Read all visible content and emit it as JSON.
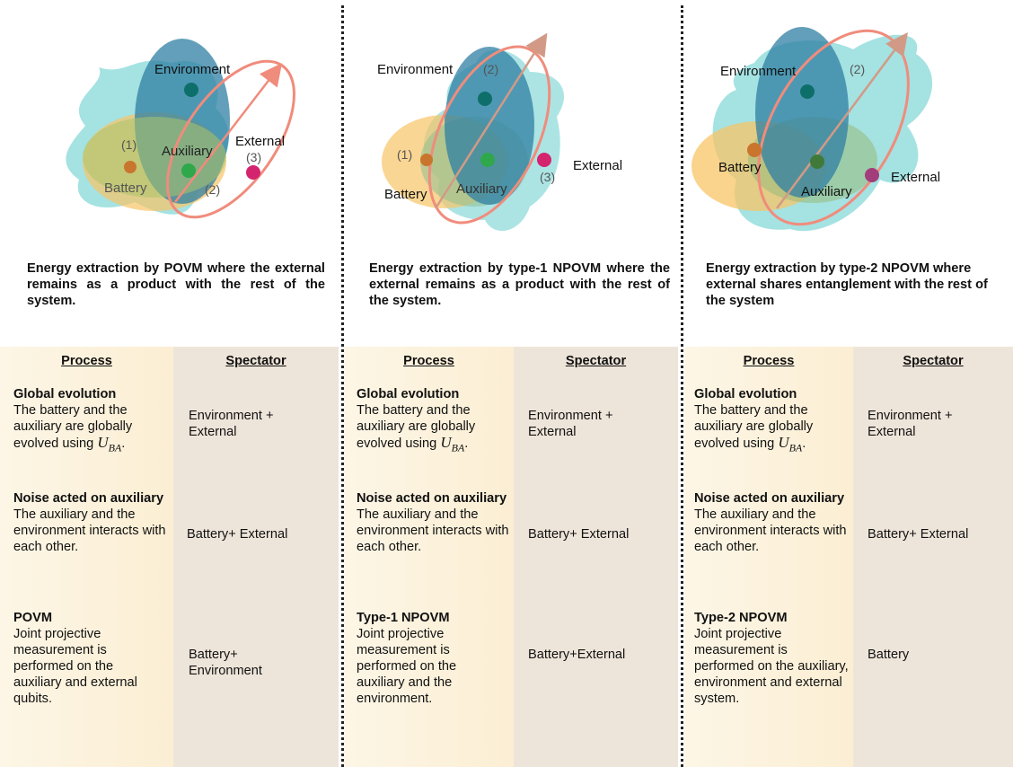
{
  "panels": [
    {
      "labels": {
        "environment": "Environment",
        "auxiliary": "Auxiliary",
        "battery": "Battery",
        "external": "External",
        "n1": "(1)",
        "n2": "(2)",
        "n3": "(3)"
      },
      "caption": "Energy extraction by POVM where the external remains as a product with the rest of the system.",
      "process_header": "Process",
      "spectator_header": "Spectator",
      "rows": [
        {
          "title": "Global evolution",
          "desc": "The battery and the auxiliary are globally evolved using",
          "math": "U",
          "math_sub": "BA",
          "math_tail": ".",
          "spectator": "Environment + External"
        },
        {
          "title": "Noise acted on auxiliary",
          "desc": "The auxiliary and the environment interacts with each other.",
          "spectator": "Battery+ External"
        },
        {
          "title": "POVM",
          "desc": "Joint projective measurement is performed on the auxiliary and external qubits.",
          "spectator": "Battery+ Environment"
        }
      ]
    },
    {
      "labels": {
        "environment": "Environment",
        "auxiliary": "Auxiliary",
        "battery": "Battery",
        "external": "External",
        "n1": "(1)",
        "n2": "(2)",
        "n3": "(3)"
      },
      "caption": "Energy extraction by type-1 NPOVM where the external remains as a product with the rest of the system.",
      "process_header": "Process",
      "spectator_header": "Spectator",
      "rows": [
        {
          "title": "Global evolution",
          "desc": "The battery and the auxiliary are globally evolved using",
          "math": "U",
          "math_sub": "BA",
          "math_tail": ".",
          "spectator": "Environment + External"
        },
        {
          "title": "Noise acted on auxiliary",
          "desc": "The auxiliary and the environment interacts with each other.",
          "spectator": "Battery+ External"
        },
        {
          "title": "Type-1 NPOVM",
          "desc": "Joint projective measurement is performed on the auxiliary and the environment.",
          "spectator": "Battery+External"
        }
      ]
    },
    {
      "labels": {
        "environment": "Environment",
        "auxiliary": "Auxiliary",
        "battery": "Battery",
        "external": "External",
        "n2": "(2)"
      },
      "caption": "Energy extraction by type-2 NPOVM where external shares entanglement with the rest of the system",
      "process_header": "Process",
      "spectator_header": "Spectator",
      "rows": [
        {
          "title": "Global evolution",
          "desc": "The battery and the auxiliary are globally evolved using",
          "math": "U",
          "math_sub": "BA",
          "math_tail": ".",
          "spectator": "Environment + External"
        },
        {
          "title": "Noise acted on auxiliary",
          "desc": "The auxiliary and the environment interacts with each other.",
          "spectator": "Battery+ External"
        },
        {
          "title": "Type-2 NPOVM",
          "desc": "Joint projective measurement is performed on the auxiliary, environment and external system.",
          "spectator": "Battery"
        }
      ]
    }
  ],
  "colors": {
    "battery": "#f8c466",
    "environment": "#2f7fa3",
    "splash": "#7fd6d6",
    "arrow": "#f08c7c",
    "dot_battery": "#c9752e",
    "dot_env": "#0e6f6a",
    "dot_aux": "#2ea84a",
    "dot_ext": "#d4246e",
    "dot_ext3": "#a33c7a"
  }
}
